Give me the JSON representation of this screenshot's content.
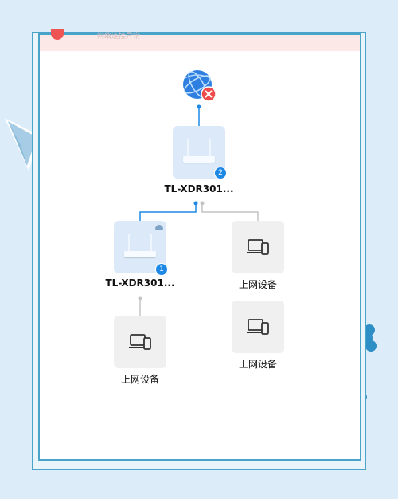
{
  "alert": {
    "text": "网络连接异常"
  },
  "internet": {
    "icon": "globe-icon",
    "status_icon": "disconnected-x-icon"
  },
  "main_router": {
    "name": "TL-XDR301...",
    "badge": "2"
  },
  "sub_router": {
    "name": "TL-XDR301...",
    "badge": "1"
  },
  "devices": [
    {
      "label": "上网设备"
    },
    {
      "label": "上网设备"
    },
    {
      "label": "上网设备"
    }
  ],
  "colors": {
    "accent": "#1e88e5",
    "error": "#ef5454",
    "frame": "#4aa3c8"
  }
}
